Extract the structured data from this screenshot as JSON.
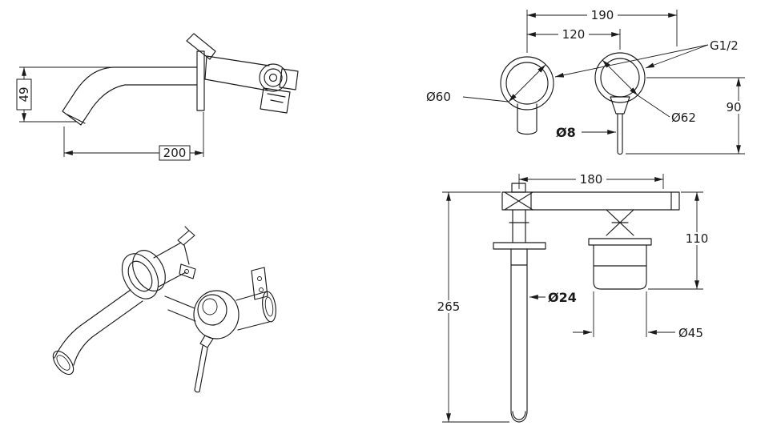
{
  "drawing": {
    "colors": {
      "ink": "#1a1a1a",
      "paper": "#ffffff"
    },
    "side_view": {
      "spout_drop_height": "49",
      "spout_length": "200"
    },
    "front_view": {
      "overall_width": "190",
      "center_distance": "120",
      "left_escutcheon_diameter": "Ø60",
      "right_escutcheon_diameter": "Ø62",
      "handle_rod_diameter": "Ø8",
      "thread_size": "G1/2",
      "drop_height": "90"
    },
    "plan_view": {
      "body_width": "180",
      "valve_depth": "110",
      "overall_depth": "265",
      "spout_tube_diameter": "Ø24",
      "cartridge_diameter": "Ø45"
    }
  }
}
